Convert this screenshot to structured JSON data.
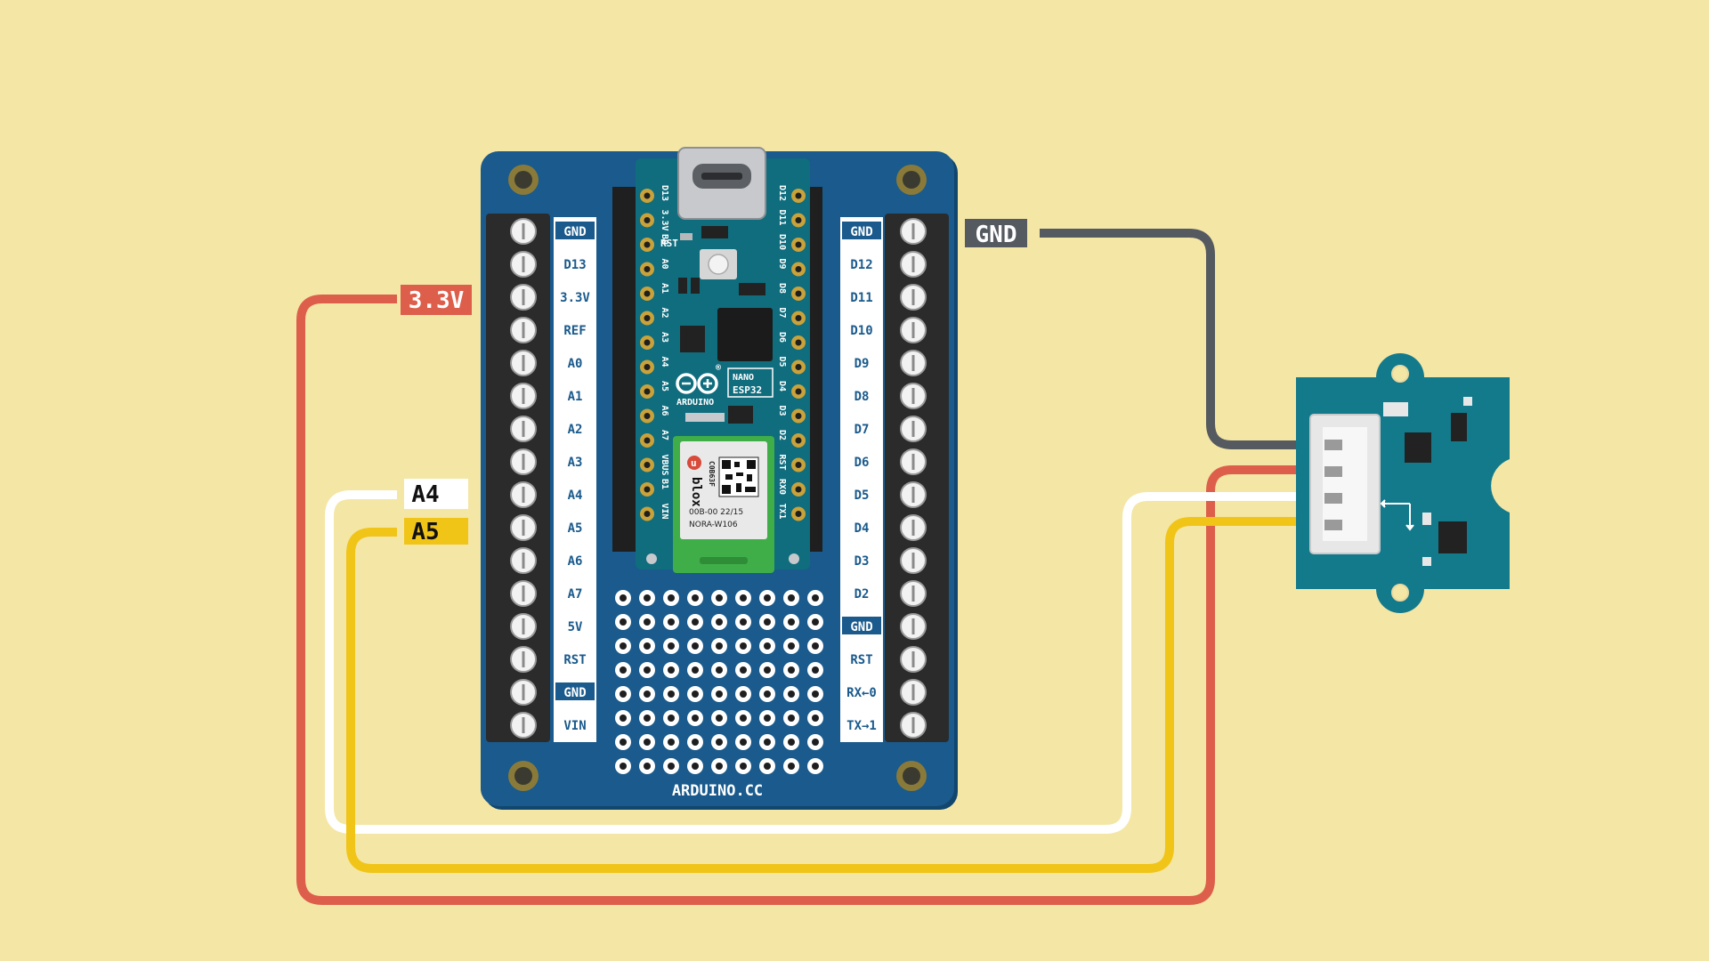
{
  "colors": {
    "background": "#f4e6a5",
    "board": "#1a5a8c",
    "sensor": "#137a8c",
    "wire_gnd": "#555a60",
    "wire_3v3": "#dd5f4b",
    "wire_a4": "#ffffff",
    "wire_a5": "#f1c418"
  },
  "wire_labels": {
    "v33": "3.3V",
    "gnd": "GND",
    "a4": "A4",
    "a5": "A5"
  },
  "left_pins": [
    "GND",
    "D13",
    "3.3V",
    "REF",
    "A0",
    "A1",
    "A2",
    "A3",
    "A4",
    "A5",
    "A6",
    "A7",
    "5V",
    "RST",
    "GND",
    "VIN"
  ],
  "right_pins": [
    "GND",
    "D12",
    "D11",
    "D10",
    "D9",
    "D8",
    "D7",
    "D6",
    "D5",
    "D4",
    "D3",
    "D2",
    "GND",
    "RST",
    "RX←0",
    "TX→1"
  ],
  "nano_left_pins": [
    "D13",
    "3.3V",
    "B0",
    "A0",
    "A1",
    "A2",
    "A3",
    "A4",
    "A5",
    "A6",
    "A7",
    "VBUS",
    "B1",
    "VIN"
  ],
  "nano_right_pins": [
    "D12",
    "D11",
    "D10",
    "D9",
    "D8",
    "D7",
    "D6",
    "D5",
    "D4",
    "D3",
    "D2",
    "RST",
    "RX0",
    "TX1"
  ],
  "nano": {
    "rst": "RST",
    "brand": "ARDUINO",
    "model_line1": "NANO",
    "model_line2": "ESP32",
    "registered": "®"
  },
  "module": {
    "brand": "blox",
    "brand_u": "u",
    "code": "C0B63F",
    "line1": "00B-00 22/15",
    "line2": "NORA-W106"
  },
  "footer": "ARDUINO.CC"
}
